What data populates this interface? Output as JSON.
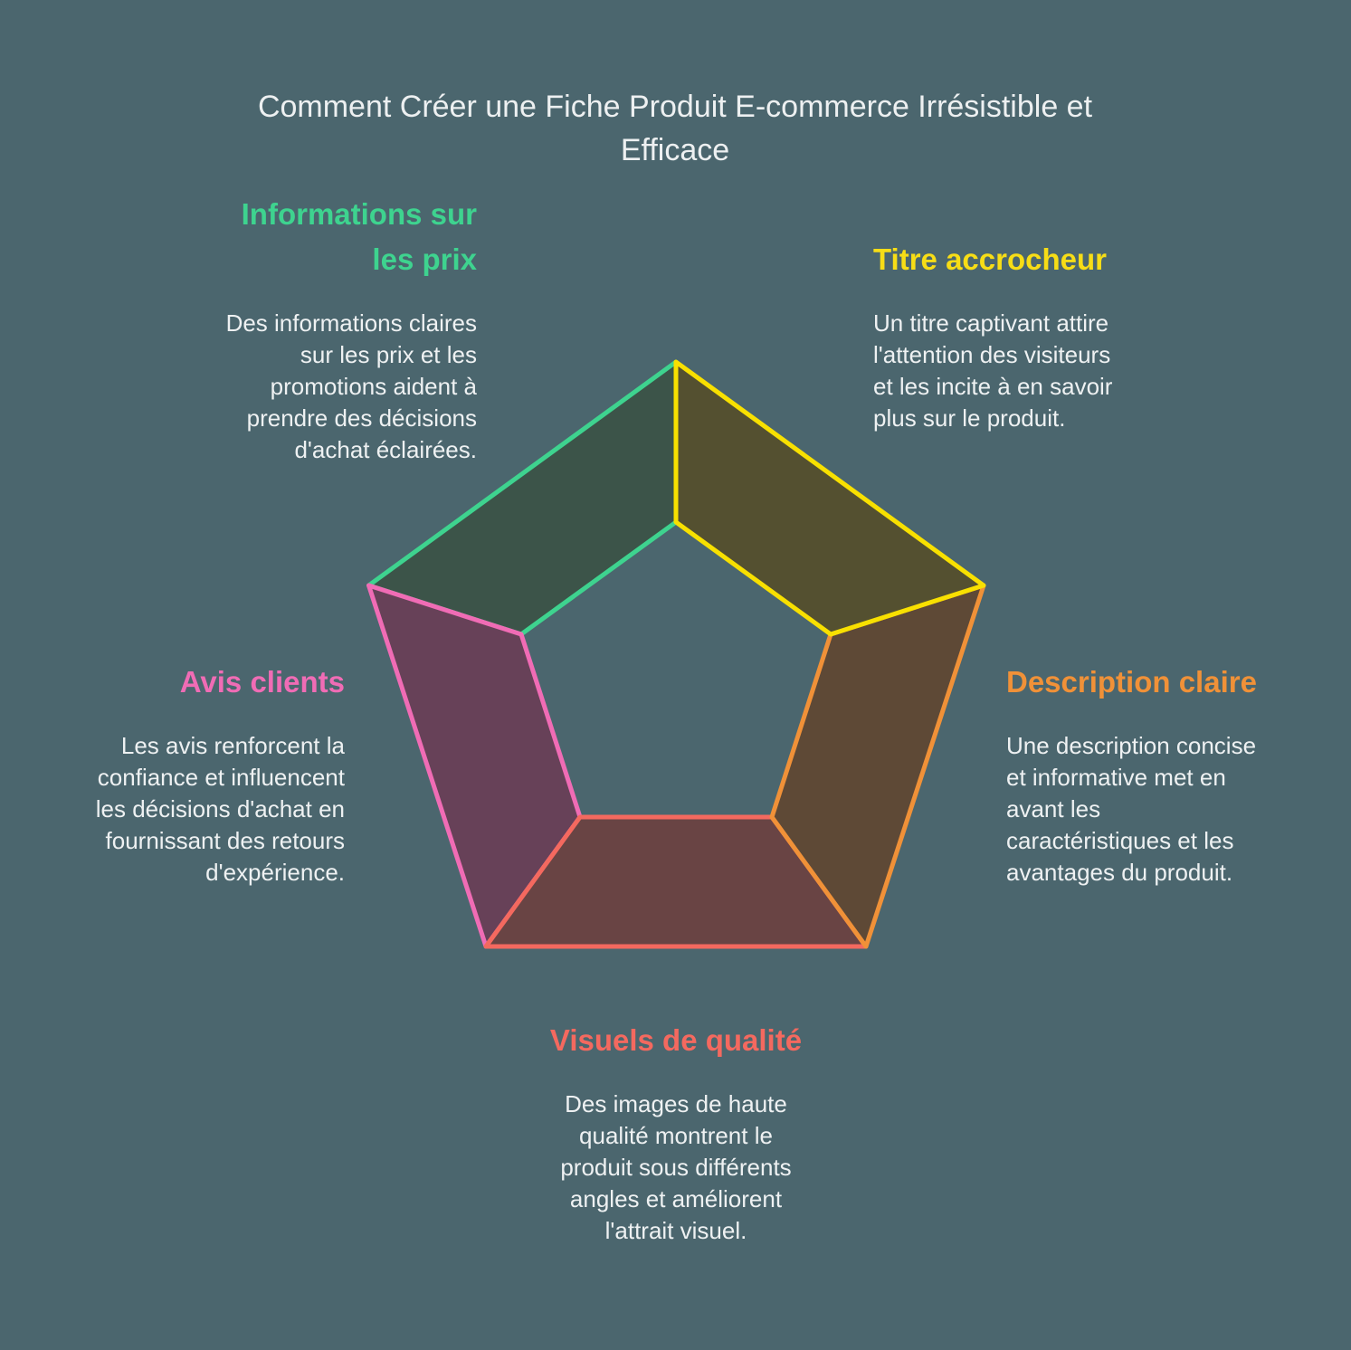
{
  "page": {
    "background_color": "#4b666e",
    "text_color": "#eef1f2"
  },
  "title": {
    "lines": [
      "Comment Créer une Fiche Produit E-commerce Irrésistible et",
      "Efficace"
    ],
    "color": "#edf0f1"
  },
  "sections": {
    "pricing": {
      "heading": [
        "Informations sur",
        "les prix"
      ],
      "color": "#3ed38f",
      "body": [
        "Des informations claires",
        "sur les prix et les",
        "promotions aident à",
        "prendre des décisions",
        "d'achat éclairées."
      ]
    },
    "title_hook": {
      "heading": "Titre accrocheur",
      "color": "#f7dd16",
      "body": [
        "Un titre captivant attire",
        "l'attention des visiteurs",
        "et les incite à en savoir",
        "plus sur le produit."
      ]
    },
    "description": {
      "heading": "Description claire",
      "color": "#f09138",
      "body": [
        "Une description concise",
        "et informative met en",
        "avant les",
        "caractéristiques et les",
        "avantages du produit."
      ]
    },
    "reviews": {
      "heading": "Avis clients",
      "color": "#f06cb5",
      "body": [
        "Les avis renforcent la",
        "confiance et influencent",
        "les décisions d'achat en",
        "fournissant des retours",
        "d'expérience."
      ]
    },
    "visuals": {
      "heading": "Visuels de qualité",
      "color": "#f4695f",
      "body": [
        "Des images de haute",
        "qualité montrent le",
        "produit sous différents",
        "angles et améliorent",
        "l'attrait visuel."
      ]
    }
  },
  "pentagon": {
    "segments": [
      {
        "section": "pricing",
        "stroke": "#3ed38f",
        "fill": "#3c5449"
      },
      {
        "section": "reviews",
        "stroke": "#f06cb5",
        "fill": "#674158"
      },
      {
        "section": "visuals",
        "stroke": "#f4695f",
        "fill": "#694444"
      },
      {
        "section": "description",
        "stroke": "#f09138",
        "fill": "#5e4936"
      },
      {
        "section": "title_hook",
        "stroke": "#f8e000",
        "fill": "#545030"
      }
    ]
  }
}
